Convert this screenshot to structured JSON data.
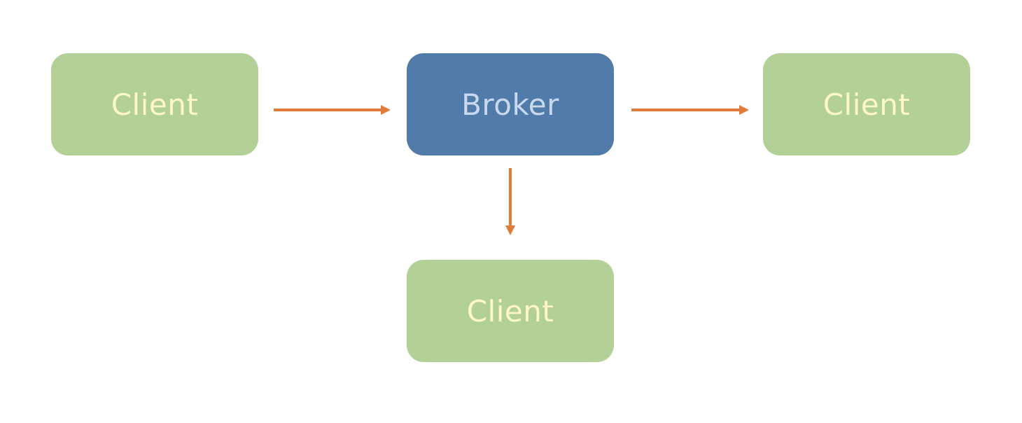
{
  "nodes": {
    "client_left": {
      "label": "Client"
    },
    "broker": {
      "label": "Broker"
    },
    "client_right": {
      "label": "Client"
    },
    "client_bottom": {
      "label": "Client"
    }
  },
  "colors": {
    "client_fill": "#b3d197",
    "client_text": "#fdf6c8",
    "broker_fill": "#517ba8",
    "broker_text": "#c8d9ef",
    "arrow": "#e07b39"
  }
}
